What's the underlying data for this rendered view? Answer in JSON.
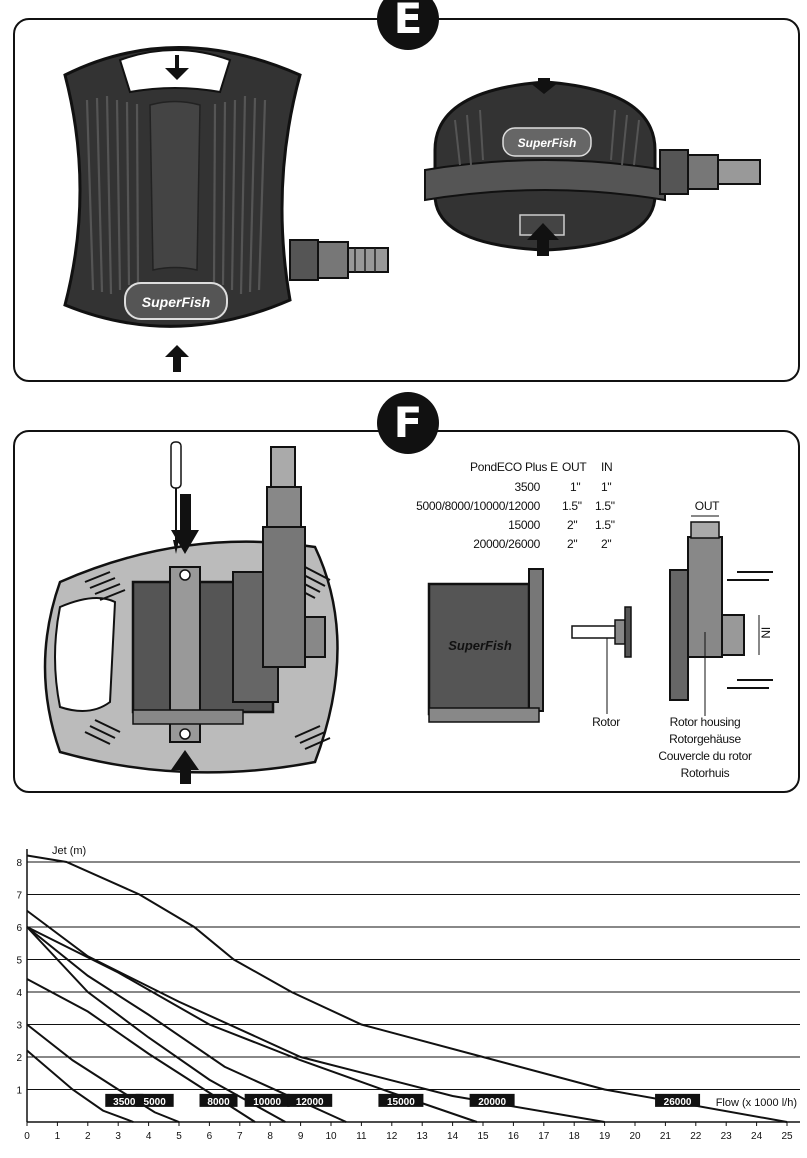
{
  "panel_e": {
    "badge": "E",
    "brand_left": "SuperFish",
    "brand_right": "SuperFish"
  },
  "panel_f": {
    "badge": "F",
    "table": {
      "headers": [
        "PondECO Plus E",
        "OUT",
        "IN"
      ],
      "rows": [
        [
          "3500",
          "1\"",
          "1\""
        ],
        [
          "5000/8000/10000/12000",
          "1.5\"",
          "1.5\""
        ],
        [
          "15000",
          "2\"",
          "1.5\""
        ],
        [
          "20000/26000",
          "2\"",
          "2\""
        ]
      ]
    },
    "brand": "SuperFish",
    "rotor_label": "Rotor",
    "housing_labels": [
      "Rotor housing",
      "Rotorgehäuse",
      "Couvercle du rotor",
      "Rotorhuis"
    ],
    "out_label": "OUT",
    "in_label": "IN"
  },
  "chart_data": {
    "type": "line",
    "ylabel": "Jet (m)",
    "xlabel": "Flow (x 1000 l/h)",
    "xlim": [
      0,
      25
    ],
    "ylim": [
      0,
      8
    ],
    "x_ticks": [
      "0",
      "1",
      "2",
      "3",
      "4",
      "5",
      "6",
      "7",
      "8",
      "9",
      "10",
      "11",
      "12",
      "13",
      "14",
      "15",
      "16",
      "17",
      "18",
      "19",
      "20",
      "21",
      "22",
      "23",
      "24",
      "25"
    ],
    "y_ticks": [
      "1",
      "2",
      "3",
      "4",
      "5",
      "6",
      "7",
      "8"
    ],
    "grid": "horizontal",
    "series": [
      {
        "name": "3500",
        "x": [
          0,
          1.5,
          2.5,
          3.5
        ],
        "y": [
          2.2,
          1.0,
          0.35,
          0
        ]
      },
      {
        "name": "5000",
        "x": [
          0,
          1.5,
          3,
          4.2,
          5
        ],
        "y": [
          3.0,
          1.9,
          1.0,
          0.3,
          0
        ]
      },
      {
        "name": "8000",
        "x": [
          0,
          2,
          4,
          6,
          7.5
        ],
        "y": [
          4.4,
          3.4,
          2.1,
          0.9,
          0
        ]
      },
      {
        "name": "10000",
        "x": [
          0,
          2,
          4,
          6,
          8.5
        ],
        "y": [
          6.0,
          4.0,
          2.6,
          1.3,
          0
        ]
      },
      {
        "name": "12000",
        "x": [
          0,
          2,
          4,
          6.5,
          10.5
        ],
        "y": [
          6.0,
          4.5,
          3.3,
          1.7,
          0
        ]
      },
      {
        "name": "15000",
        "x": [
          0,
          3,
          6,
          9,
          12,
          14.8
        ],
        "y": [
          6.0,
          4.6,
          3.0,
          1.9,
          0.9,
          0
        ]
      },
      {
        "name": "20000",
        "x": [
          0,
          2,
          5,
          9,
          14,
          19
        ],
        "y": [
          6.5,
          5.1,
          3.7,
          2.0,
          0.8,
          0
        ]
      },
      {
        "name": "26000",
        "x": [
          0,
          1.3,
          3.7,
          5.5,
          6.8,
          8.7,
          11,
          15,
          19,
          25
        ],
        "y": [
          8.2,
          8.0,
          7.0,
          6.0,
          5.0,
          4.0,
          3.0,
          2.0,
          1.0,
          0
        ]
      }
    ],
    "series_labels": [
      "3500",
      "5000",
      "8000",
      "10000",
      "12000",
      "15000",
      "20000",
      "26000"
    ]
  }
}
